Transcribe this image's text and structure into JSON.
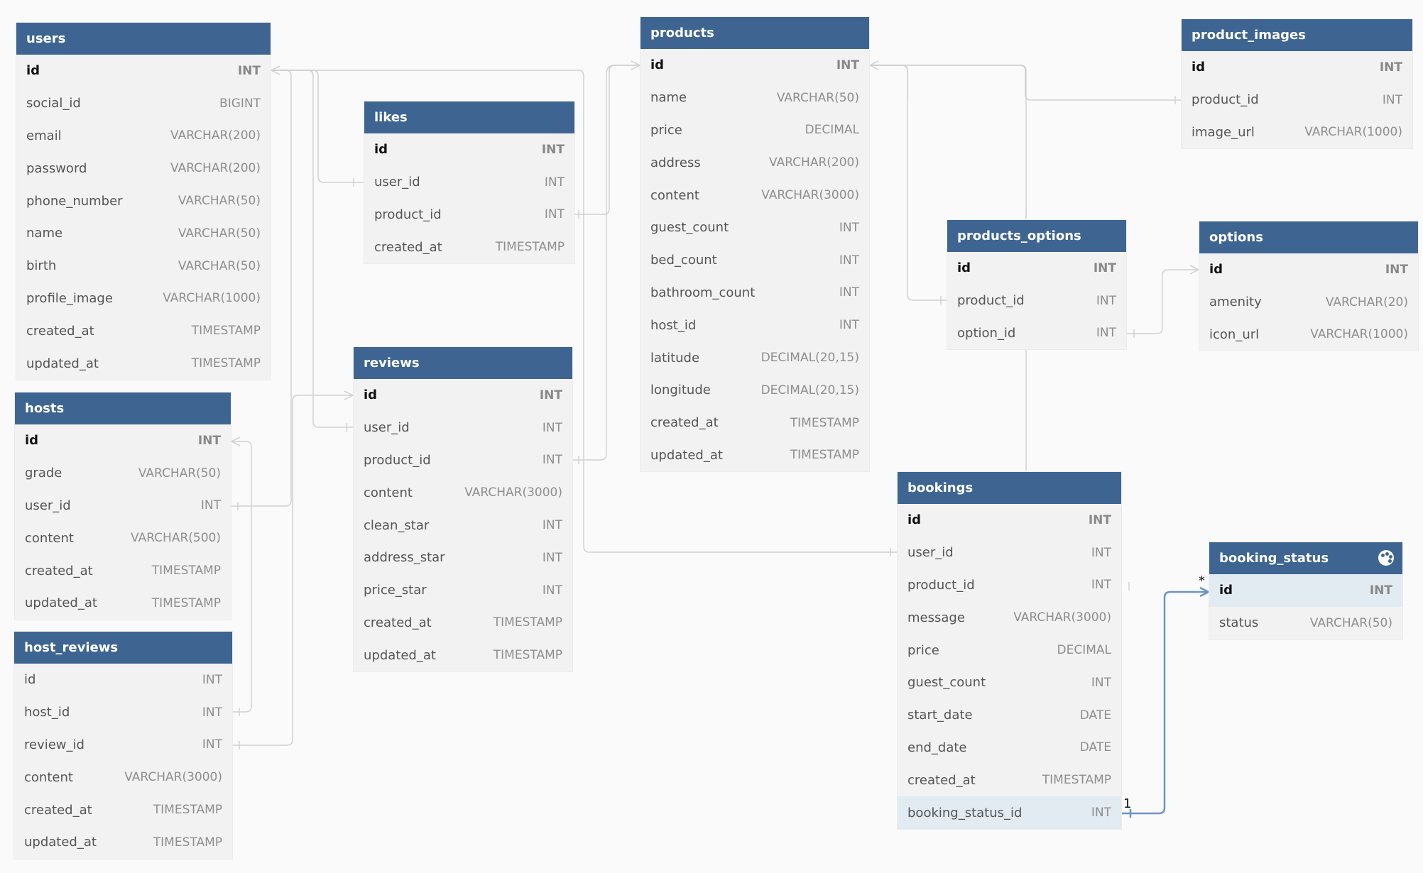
{
  "tables": {
    "users": {
      "name": "users",
      "fields": [
        {
          "name": "id",
          "type": "INT",
          "pk": true
        },
        {
          "name": "social_id",
          "type": "BIGINT"
        },
        {
          "name": "email",
          "type": "VARCHAR(200)"
        },
        {
          "name": "password",
          "type": "VARCHAR(200)"
        },
        {
          "name": "phone_number",
          "type": "VARCHAR(50)"
        },
        {
          "name": "name",
          "type": "VARCHAR(50)"
        },
        {
          "name": "birth",
          "type": "VARCHAR(50)"
        },
        {
          "name": "profile_image",
          "type": "VARCHAR(1000)"
        },
        {
          "name": "created_at",
          "type": "TIMESTAMP"
        },
        {
          "name": "updated_at",
          "type": "TIMESTAMP"
        }
      ]
    },
    "likes": {
      "name": "likes",
      "fields": [
        {
          "name": "id",
          "type": "INT",
          "pk": true
        },
        {
          "name": "user_id",
          "type": "INT"
        },
        {
          "name": "product_id",
          "type": "INT"
        },
        {
          "name": "created_at",
          "type": "TIMESTAMP"
        }
      ]
    },
    "products": {
      "name": "products",
      "fields": [
        {
          "name": "id",
          "type": "INT",
          "pk": true
        },
        {
          "name": "name",
          "type": "VARCHAR(50)"
        },
        {
          "name": "price",
          "type": "DECIMAL"
        },
        {
          "name": "address",
          "type": "VARCHAR(200)"
        },
        {
          "name": "content",
          "type": "VARCHAR(3000)"
        },
        {
          "name": "guest_count",
          "type": "INT"
        },
        {
          "name": "bed_count",
          "type": "INT"
        },
        {
          "name": "bathroom_count",
          "type": "INT"
        },
        {
          "name": "host_id",
          "type": "INT"
        },
        {
          "name": "latitude",
          "type": "DECIMAL(20,15)"
        },
        {
          "name": "longitude",
          "type": "DECIMAL(20,15)"
        },
        {
          "name": "created_at",
          "type": "TIMESTAMP"
        },
        {
          "name": "updated_at",
          "type": "TIMESTAMP"
        }
      ]
    },
    "product_images": {
      "name": "product_images",
      "fields": [
        {
          "name": "id",
          "type": "INT",
          "pk": true
        },
        {
          "name": "product_id",
          "type": "INT"
        },
        {
          "name": "image_url",
          "type": "VARCHAR(1000)"
        }
      ]
    },
    "products_options": {
      "name": "products_options",
      "fields": [
        {
          "name": "id",
          "type": "INT",
          "pk": true
        },
        {
          "name": "product_id",
          "type": "INT"
        },
        {
          "name": "option_id",
          "type": "INT"
        }
      ]
    },
    "options": {
      "name": "options",
      "fields": [
        {
          "name": "id",
          "type": "INT",
          "pk": true
        },
        {
          "name": "amenity",
          "type": "VARCHAR(20)"
        },
        {
          "name": "icon_url",
          "type": "VARCHAR(1000)"
        }
      ]
    },
    "hosts": {
      "name": "hosts",
      "fields": [
        {
          "name": "id",
          "type": "INT",
          "pk": true
        },
        {
          "name": "grade",
          "type": "VARCHAR(50)"
        },
        {
          "name": "user_id",
          "type": "INT"
        },
        {
          "name": "content",
          "type": "VARCHAR(500)"
        },
        {
          "name": "created_at",
          "type": "TIMESTAMP"
        },
        {
          "name": "updated_at",
          "type": "TIMESTAMP"
        }
      ]
    },
    "reviews": {
      "name": "reviews",
      "fields": [
        {
          "name": "id",
          "type": "INT",
          "pk": true
        },
        {
          "name": "user_id",
          "type": "INT"
        },
        {
          "name": "product_id",
          "type": "INT"
        },
        {
          "name": "content",
          "type": "VARCHAR(3000)"
        },
        {
          "name": "clean_star",
          "type": "INT"
        },
        {
          "name": "address_star",
          "type": "INT"
        },
        {
          "name": "price_star",
          "type": "INT"
        },
        {
          "name": "created_at",
          "type": "TIMESTAMP"
        },
        {
          "name": "updated_at",
          "type": "TIMESTAMP"
        }
      ]
    },
    "host_reviews": {
      "name": "host_reviews",
      "fields": [
        {
          "name": "id",
          "type": "INT"
        },
        {
          "name": "host_id",
          "type": "INT"
        },
        {
          "name": "review_id",
          "type": "INT"
        },
        {
          "name": "content",
          "type": "VARCHAR(3000)"
        },
        {
          "name": "created_at",
          "type": "TIMESTAMP"
        },
        {
          "name": "updated_at",
          "type": "TIMESTAMP"
        }
      ]
    },
    "bookings": {
      "name": "bookings",
      "fields": [
        {
          "name": "id",
          "type": "INT",
          "pk": true
        },
        {
          "name": "user_id",
          "type": "INT"
        },
        {
          "name": "product_id",
          "type": "INT"
        },
        {
          "name": "message",
          "type": "VARCHAR(3000)"
        },
        {
          "name": "price",
          "type": "DECIMAL"
        },
        {
          "name": "guest_count",
          "type": "INT"
        },
        {
          "name": "start_date",
          "type": "DATE"
        },
        {
          "name": "end_date",
          "type": "DATE"
        },
        {
          "name": "created_at",
          "type": "TIMESTAMP"
        },
        {
          "name": "booking_status_id",
          "type": "INT",
          "highlight": true
        }
      ]
    },
    "booking_status": {
      "name": "booking_status",
      "palette_icon": "palette-icon",
      "fields": [
        {
          "name": "id",
          "type": "INT",
          "pk": true,
          "highlight": true
        },
        {
          "name": "status",
          "type": "VARCHAR(50)"
        }
      ]
    }
  },
  "relationship_labels": {
    "many": "*",
    "one": "1"
  },
  "colors": {
    "header": "#3e6592",
    "table_body": "#f2f2f2",
    "link": "#cfcfcf",
    "active_link": "#6b93c7",
    "highlight_row": "#e2eaf2"
  }
}
